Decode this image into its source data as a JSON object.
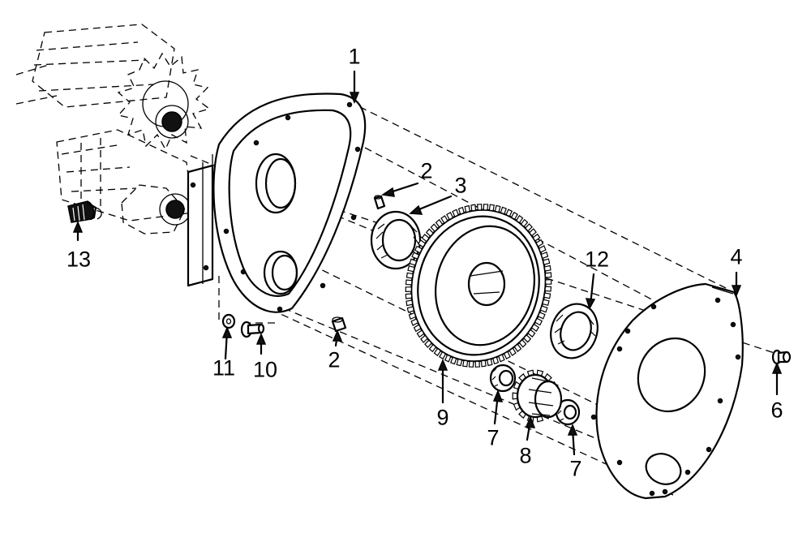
{
  "callouts": [
    {
      "label": "1",
      "part": "gear-case"
    },
    {
      "label": "2",
      "part": "dowel-pin-upper"
    },
    {
      "label": "3",
      "part": "bearing-upper"
    },
    {
      "label": "4",
      "part": "cover-plate"
    },
    {
      "label": "6",
      "part": "cover-bolt"
    },
    {
      "label": "12",
      "part": "bearing-cover"
    },
    {
      "label": "13",
      "part": "drive-shaft-stub"
    },
    {
      "label": "11",
      "part": "washer"
    },
    {
      "label": "10",
      "part": "case-bolt"
    },
    {
      "label": "2",
      "part": "dowel-pin-lower"
    },
    {
      "label": "9",
      "part": "large-gear"
    },
    {
      "label": "7",
      "part": "needle-bearing-left"
    },
    {
      "label": "8",
      "part": "pinion-gear"
    },
    {
      "label": "7",
      "part": "needle-bearing-right"
    }
  ]
}
